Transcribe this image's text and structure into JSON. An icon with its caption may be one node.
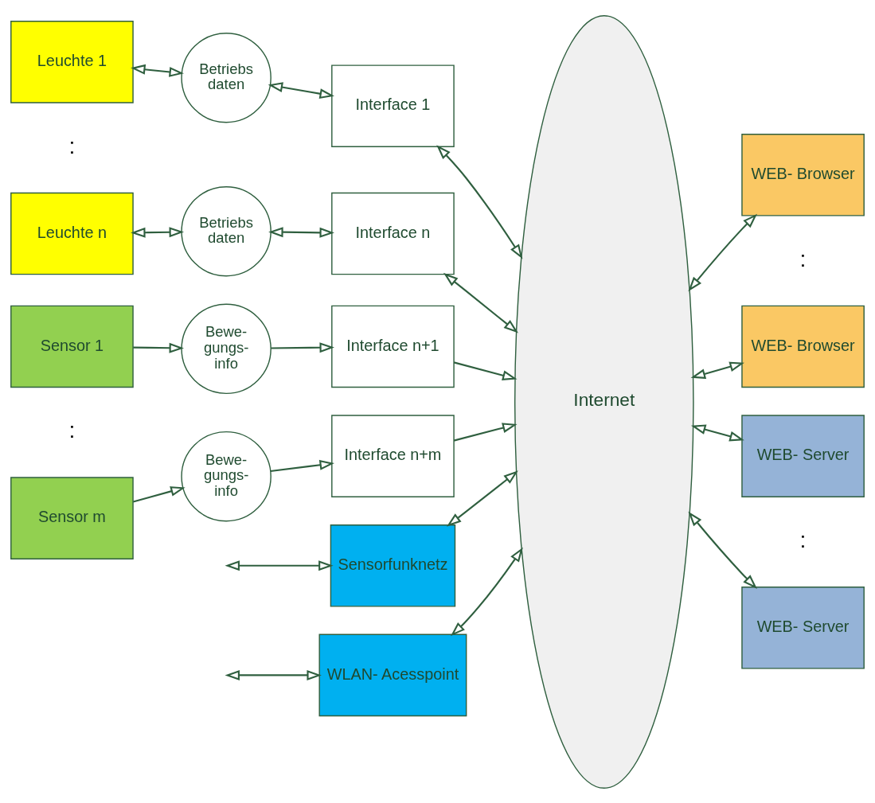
{
  "diagram": {
    "nodes": [
      {
        "text": [
          "Leuchte 1"
        ]
      },
      {
        "text": [
          "Betriebs daten"
        ]
      },
      {
        "text": [
          "Interface 1"
        ]
      },
      {
        "text": [
          "Leuchte n"
        ]
      },
      {
        "text": [
          "Betriebs daten"
        ]
      },
      {
        "text": [
          "Interface n"
        ]
      },
      {
        "text": [
          "Sensor 1"
        ]
      },
      {
        "text": [
          "Bewe- gungs- info"
        ]
      },
      {
        "text": [
          "Interface n+1"
        ]
      },
      {
        "text": [
          "Sensor m"
        ]
      },
      {
        "text": [
          "Bewe- gungs- info"
        ]
      },
      {
        "text": [
          "Interface n+m"
        ]
      },
      {
        "text": [
          "Sensorfunknetz"
        ]
      },
      {
        "text": [
          "WLAN- Acesspoint"
        ]
      },
      {
        "text": [
          "Internet"
        ]
      },
      {
        "text": [
          "WEB- Browser"
        ]
      },
      {
        "text": [
          "WEB- Browser"
        ]
      },
      {
        "text": [
          "WEB- Server"
        ]
      },
      {
        "text": [
          "WEB- Server"
        ]
      }
    ],
    "edges": [
      {
        "from": 0,
        "to": 1,
        "arrow": "both"
      },
      {
        "from": 1,
        "to": 2,
        "arrow": "both"
      },
      {
        "from": 2,
        "to": 14,
        "arrow": "both"
      },
      {
        "from": 3,
        "to": 4,
        "arrow": "both"
      },
      {
        "from": 4,
        "to": 5,
        "arrow": "both"
      },
      {
        "from": 5,
        "to": 14,
        "arrow": "both"
      },
      {
        "from": 6,
        "to": 7,
        "arrow": "to"
      },
      {
        "from": 7,
        "to": 8,
        "arrow": "to"
      },
      {
        "from": 8,
        "to": 14,
        "arrow": "to"
      },
      {
        "from": 9,
        "to": 10,
        "arrow": "to"
      },
      {
        "from": 10,
        "to": 11,
        "arrow": "to"
      },
      {
        "from": 11,
        "to": 14,
        "arrow": "to"
      },
      {
        "from": null,
        "to": 12,
        "arrow": "both"
      },
      {
        "from": 12,
        "to": 14,
        "arrow": "both"
      },
      {
        "from": null,
        "to": 13,
        "arrow": "both"
      },
      {
        "from": 13,
        "to": 14,
        "arrow": "both"
      },
      {
        "from": 14,
        "to": 15,
        "arrow": "both"
      },
      {
        "from": 14,
        "to": 16,
        "arrow": "both"
      },
      {
        "from": 14,
        "to": 17,
        "arrow": "both"
      },
      {
        "from": 14,
        "to": 18,
        "arrow": "both"
      }
    ],
    "labels": [
      ":",
      ":",
      ":",
      ":"
    ]
  }
}
